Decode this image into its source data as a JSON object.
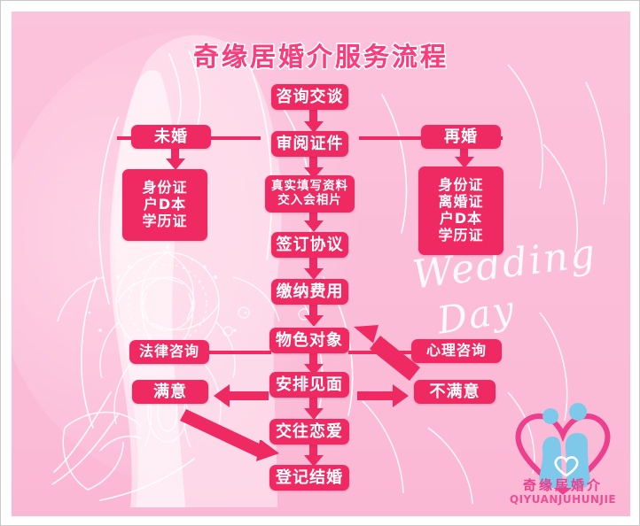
{
  "page": {
    "title": "奇缘居婚介服务流程",
    "background_text": {
      "wedding": "Wedding",
      "day": "Day",
      "flourish": "Y"
    }
  },
  "colors": {
    "canvas_bg": "#fbbdd8",
    "box_fill": "#ef2a63",
    "box_text": "#ffffff",
    "title_fill": "#fa3d7c",
    "title_stroke": "#ffffff",
    "logo_heart": "#ec3f8e",
    "logo_figures": "#7ec8ea"
  },
  "flow": {
    "center": [
      {
        "id": "consult",
        "label": "咨询交谈"
      },
      {
        "id": "review",
        "label": "审阅证件"
      },
      {
        "id": "fillform",
        "line1": "真实填写资料",
        "line2": "交入会相片"
      },
      {
        "id": "agreement",
        "label": "签订协议"
      },
      {
        "id": "fee",
        "label": "缴纳费用"
      },
      {
        "id": "match",
        "label": "物色对象"
      },
      {
        "id": "meeting",
        "label": "安排见面"
      },
      {
        "id": "dating",
        "label": "交往恋爱"
      },
      {
        "id": "register",
        "label": "登记结婚"
      }
    ],
    "left": [
      {
        "id": "unmarried",
        "label": "未婚"
      },
      {
        "id": "docs-unmarried",
        "lines": [
          "身份证",
          "户D本",
          "学历证"
        ]
      },
      {
        "id": "legal-consult",
        "label": "法律咨询"
      },
      {
        "id": "satisfied",
        "label": "满意"
      }
    ],
    "right": [
      {
        "id": "remarried",
        "label": "再婚"
      },
      {
        "id": "docs-remarried",
        "lines": [
          "身份证",
          "离婚证",
          "户D本",
          "学历证"
        ]
      },
      {
        "id": "psych-consult",
        "label": "心理咨询"
      },
      {
        "id": "unsatisfied",
        "label": "不满意"
      }
    ]
  },
  "logo": {
    "name_cn": "奇缘居婚介",
    "name_en": "QIYUANJUHUNJIE"
  }
}
